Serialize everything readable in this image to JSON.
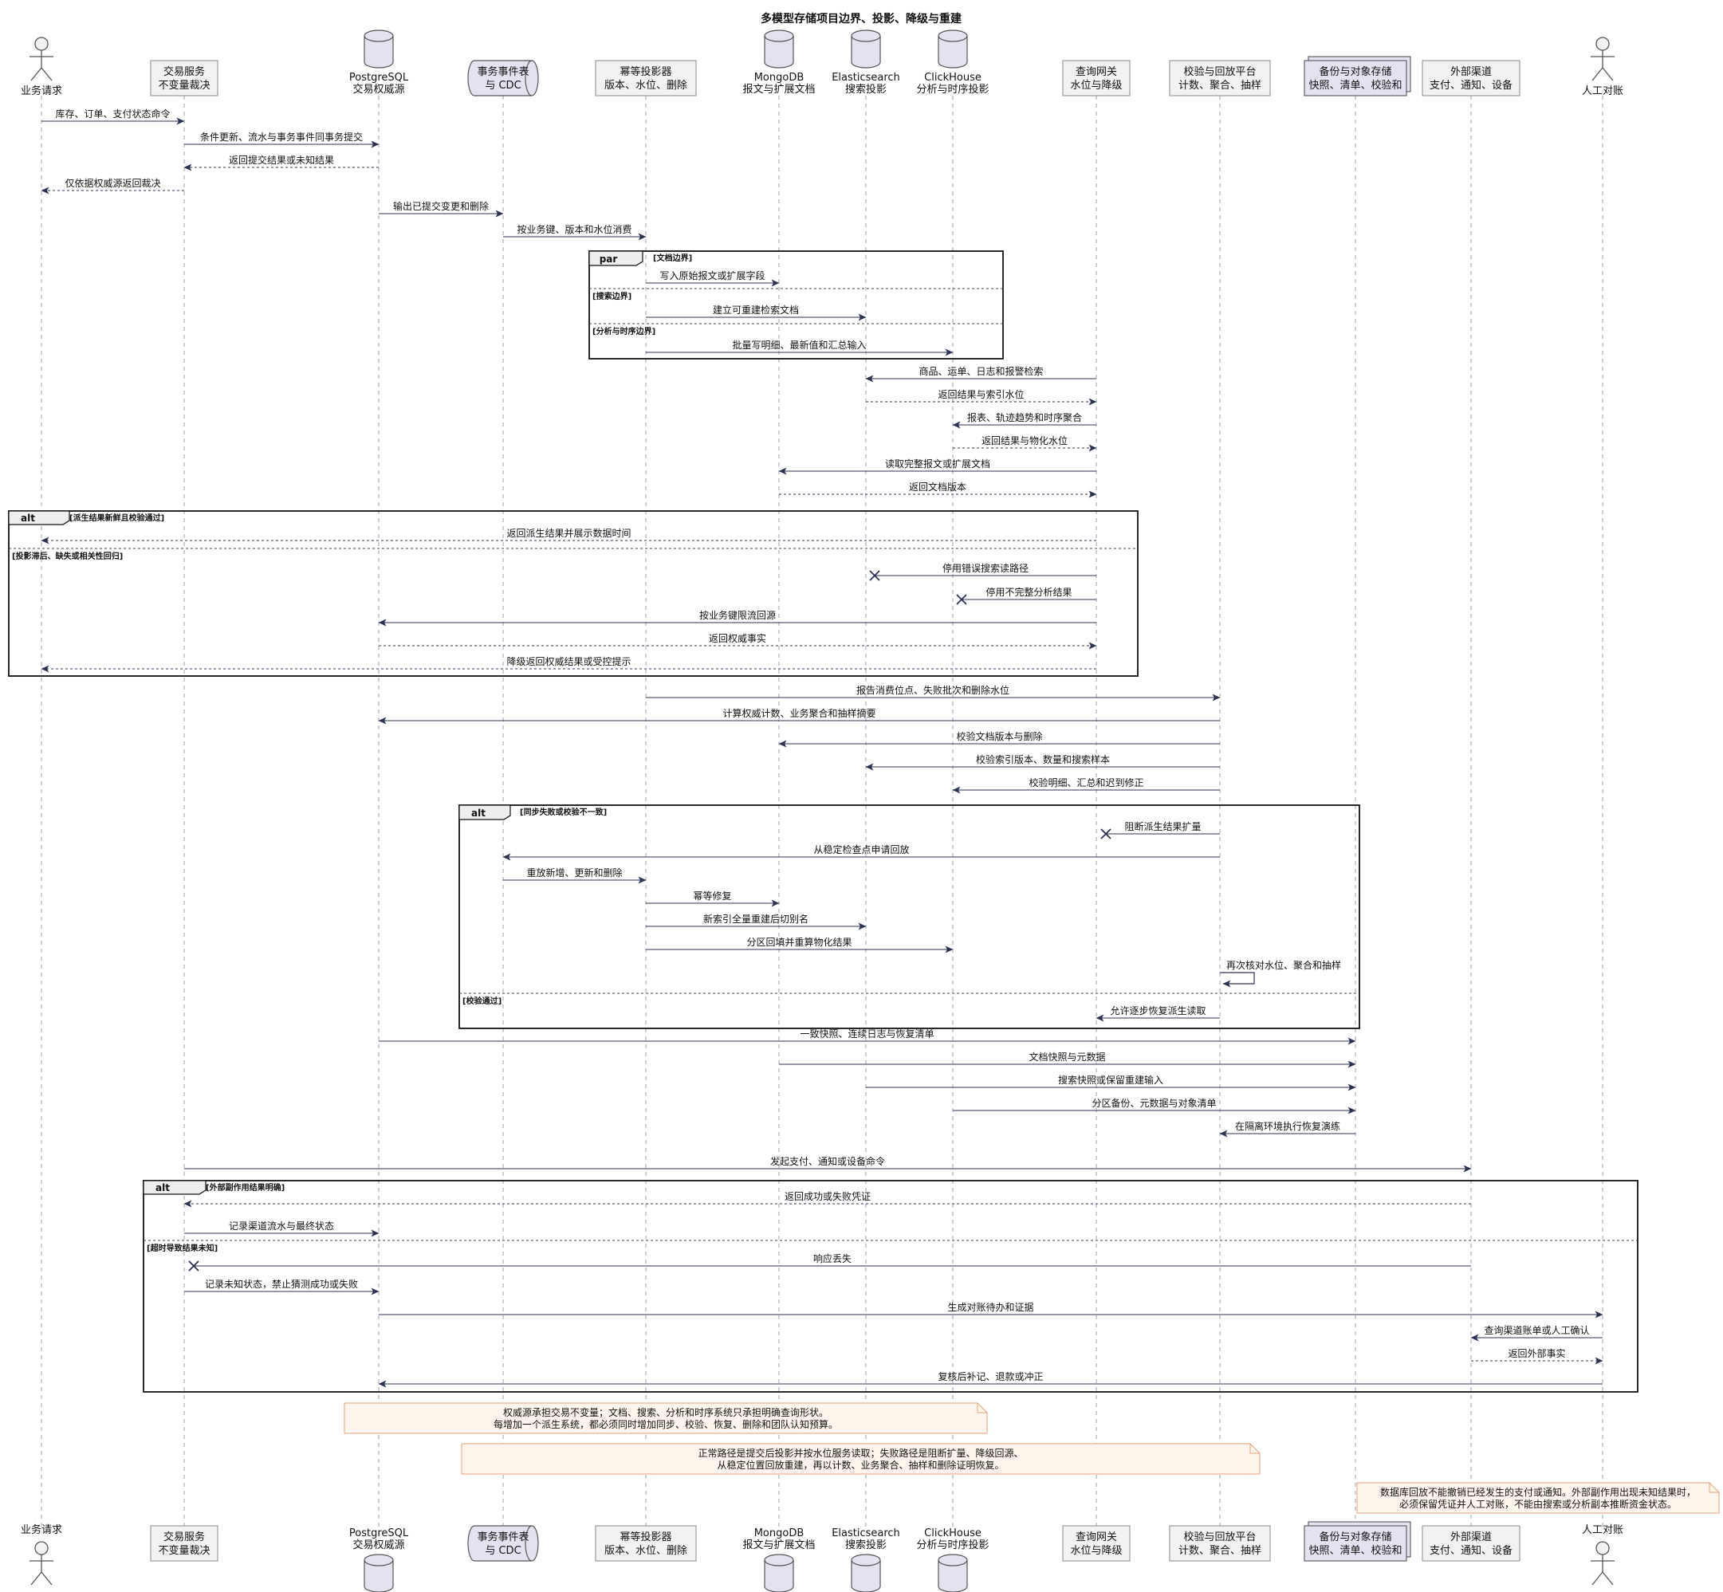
{
  "title": "多模型存储项目边界、投影、降级与重建",
  "participants": [
    {
      "id": "user",
      "kind": "actor",
      "lines": [
        "业务请求"
      ]
    },
    {
      "id": "trade",
      "kind": "box",
      "lines": [
        "交易服务",
        "不变量裁决"
      ]
    },
    {
      "id": "pg",
      "kind": "db",
      "lines": [
        "PostgreSQL",
        "交易权威源"
      ]
    },
    {
      "id": "cdc",
      "kind": "queue",
      "lines": [
        "事务事件表",
        "与 CDC"
      ]
    },
    {
      "id": "proj",
      "kind": "box",
      "lines": [
        "幂等投影器",
        "版本、水位、删除"
      ]
    },
    {
      "id": "mongo",
      "kind": "db",
      "lines": [
        "MongoDB",
        "报文与扩展文档"
      ]
    },
    {
      "id": "es",
      "kind": "db",
      "lines": [
        "Elasticsearch",
        "搜索投影"
      ]
    },
    {
      "id": "ch",
      "kind": "db",
      "lines": [
        "ClickHouse",
        "分析与时序投影"
      ]
    },
    {
      "id": "gw",
      "kind": "box",
      "lines": [
        "查询网关",
        "水位与降级"
      ]
    },
    {
      "id": "verify",
      "kind": "box",
      "lines": [
        "校验与回放平台",
        "计数、聚合、抽样"
      ]
    },
    {
      "id": "backup",
      "kind": "collections",
      "lines": [
        "备份与对象存储",
        "快照、清单、校验和"
      ]
    },
    {
      "id": "ext",
      "kind": "box",
      "lines": [
        "外部渠道",
        "支付、通知、设备"
      ]
    },
    {
      "id": "manual",
      "kind": "actor",
      "lines": [
        "人工对账"
      ]
    }
  ],
  "messages": [
    {
      "from": "user",
      "to": "trade",
      "text": "库存、订单、支付状态命令",
      "dashed": false
    },
    {
      "from": "trade",
      "to": "pg",
      "text": "条件更新、流水与事务事件同事务提交",
      "dashed": false
    },
    {
      "from": "pg",
      "to": "trade",
      "text": "返回提交结果或未知结果",
      "dashed": true
    },
    {
      "from": "trade",
      "to": "user",
      "text": "仅依据权威源返回裁决",
      "dashed": true
    },
    {
      "from": "pg",
      "to": "cdc",
      "text": "输出已提交变更和删除",
      "dashed": false
    },
    {
      "from": "cdc",
      "to": "proj",
      "text": "按业务键、版本和水位消费",
      "dashed": false
    },
    {
      "from": "proj",
      "to": "mongo",
      "text": "写入原始报文或扩展字段",
      "dashed": false
    },
    {
      "from": "proj",
      "to": "es",
      "text": "建立可重建检索文档",
      "dashed": false
    },
    {
      "from": "proj",
      "to": "ch",
      "text": "批量写明细、最新值和汇总输入",
      "dashed": false
    },
    {
      "from": "gw",
      "to": "es",
      "text": "商品、运单、日志和报警检索",
      "dashed": false
    },
    {
      "from": "es",
      "to": "gw",
      "text": "返回结果与索引水位",
      "dashed": true
    },
    {
      "from": "gw",
      "to": "ch",
      "text": "报表、轨迹趋势和时序聚合",
      "dashed": false
    },
    {
      "from": "ch",
      "to": "gw",
      "text": "返回结果与物化水位",
      "dashed": true
    },
    {
      "from": "gw",
      "to": "mongo",
      "text": "读取完整报文或扩展文档",
      "dashed": false
    },
    {
      "from": "mongo",
      "to": "gw",
      "text": "返回文档版本",
      "dashed": true
    },
    {
      "from": "gw",
      "to": "user",
      "text": "返回派生结果并展示数据时间",
      "dashed": true
    },
    {
      "from": "gw",
      "to": "es",
      "text": "停用错误搜索读路径",
      "dashed": false,
      "lost": true
    },
    {
      "from": "gw",
      "to": "ch",
      "text": "停用不完整分析结果",
      "dashed": false,
      "lost": true
    },
    {
      "from": "gw",
      "to": "pg",
      "text": "按业务键限流回源",
      "dashed": false
    },
    {
      "from": "pg",
      "to": "gw",
      "text": "返回权威事实",
      "dashed": true
    },
    {
      "from": "gw",
      "to": "user",
      "text": "降级返回权威结果或受控提示",
      "dashed": true
    },
    {
      "from": "proj",
      "to": "verify",
      "text": "报告消费位点、失败批次和删除水位",
      "dashed": false
    },
    {
      "from": "verify",
      "to": "pg",
      "text": "计算权威计数、业务聚合和抽样摘要",
      "dashed": false
    },
    {
      "from": "verify",
      "to": "mongo",
      "text": "校验文档版本与删除",
      "dashed": false
    },
    {
      "from": "verify",
      "to": "es",
      "text": "校验索引版本、数量和搜索样本",
      "dashed": false
    },
    {
      "from": "verify",
      "to": "ch",
      "text": "校验明细、汇总和迟到修正",
      "dashed": false
    },
    {
      "from": "verify",
      "to": "gw",
      "text": "阻断派生结果扩量",
      "dashed": false,
      "lost": true
    },
    {
      "from": "verify",
      "to": "cdc",
      "text": "从稳定检查点申请回放",
      "dashed": false
    },
    {
      "from": "cdc",
      "to": "proj",
      "text": "重放新增、更新和删除",
      "dashed": false
    },
    {
      "from": "proj",
      "to": "mongo",
      "text": "幂等修复",
      "dashed": false
    },
    {
      "from": "proj",
      "to": "es",
      "text": "新索引全量重建后切别名",
      "dashed": false
    },
    {
      "from": "proj",
      "to": "ch",
      "text": "分区回填并重算物化结果",
      "dashed": false
    },
    {
      "from": "verify",
      "to": "verify",
      "text": "再次核对水位、聚合和抽样",
      "dashed": false
    },
    {
      "from": "verify",
      "to": "gw",
      "text": "允许逐步恢复派生读取",
      "dashed": false
    },
    {
      "from": "pg",
      "to": "backup",
      "text": "一致快照、连续日志与恢复清单",
      "dashed": false
    },
    {
      "from": "mongo",
      "to": "backup",
      "text": "文档快照与元数据",
      "dashed": false
    },
    {
      "from": "es",
      "to": "backup",
      "text": "搜索快照或保留重建输入",
      "dashed": false
    },
    {
      "from": "ch",
      "to": "backup",
      "text": "分区备份、元数据与对象清单",
      "dashed": false
    },
    {
      "from": "backup",
      "to": "verify",
      "text": "在隔离环境执行恢复演练",
      "dashed": false
    },
    {
      "from": "trade",
      "to": "ext",
      "text": "发起支付、通知或设备命令",
      "dashed": false
    },
    {
      "from": "ext",
      "to": "trade",
      "text": "返回成功或失败凭证",
      "dashed": true
    },
    {
      "from": "trade",
      "to": "pg",
      "text": "记录渠道流水与最终状态",
      "dashed": false
    },
    {
      "from": "ext",
      "to": "trade",
      "text": "响应丢失",
      "dashed": false,
      "lost": true
    },
    {
      "from": "trade",
      "to": "pg",
      "text": "记录未知状态，禁止猜测成功或失败",
      "dashed": false
    },
    {
      "from": "pg",
      "to": "manual",
      "text": "生成对账待办和证据",
      "dashed": false
    },
    {
      "from": "manual",
      "to": "ext",
      "text": "查询渠道账单或人工确认",
      "dashed": false
    },
    {
      "from": "ext",
      "to": "manual",
      "text": "返回外部事实",
      "dashed": true
    },
    {
      "from": "manual",
      "to": "pg",
      "text": "复核后补记、退款或冲正",
      "dashed": false
    }
  ],
  "fragments": [
    {
      "keyword": "par",
      "sections": [
        "[文档边界]",
        "[搜索边界]",
        "[分析与时序边界]"
      ]
    },
    {
      "keyword": "alt",
      "sections": [
        "[派生结果新鲜且校验通过]",
        "[投影滞后、缺失或相关性回归]"
      ]
    },
    {
      "keyword": "alt",
      "sections": [
        "[同步失败或校验不一致]",
        "[校验通过]"
      ]
    },
    {
      "keyword": "alt",
      "sections": [
        "[外部副作用结果明确]",
        "[超时导致结果未知]"
      ]
    }
  ],
  "notes": [
    {
      "lines": [
        "权威源承担交易不变量；文档、搜索、分析和时序系统只承担明确查询形状。",
        "每增加一个派生系统，都必须同时增加同步、校验、恢复、删除和团队认知预算。"
      ]
    },
    {
      "lines": [
        "正常路径是提交后投影并按水位服务读取；失败路径是阻断扩量、降级回源、",
        "从稳定位置回放重建，再以计数、业务聚合、抽样和删除证明恢复。"
      ]
    },
    {
      "lines": [
        "数据库回放不能撤销已经发生的支付或通知。外部副作用出现未知结果时，",
        "必须保留凭证并人工对账，不能由搜索或分析副本推断资金状态。"
      ]
    }
  ],
  "colors": {
    "line": "#181818",
    "arrow": "#2b3350",
    "lifeline": "#9aa0a8",
    "participant_fill": "#f2f2f4",
    "participant_stroke": "#888888",
    "db_fill": "#e2e2f0",
    "note_fill": "#fef6ec",
    "note_stroke": "#e8a27a",
    "fragment_stroke": "#111111"
  }
}
